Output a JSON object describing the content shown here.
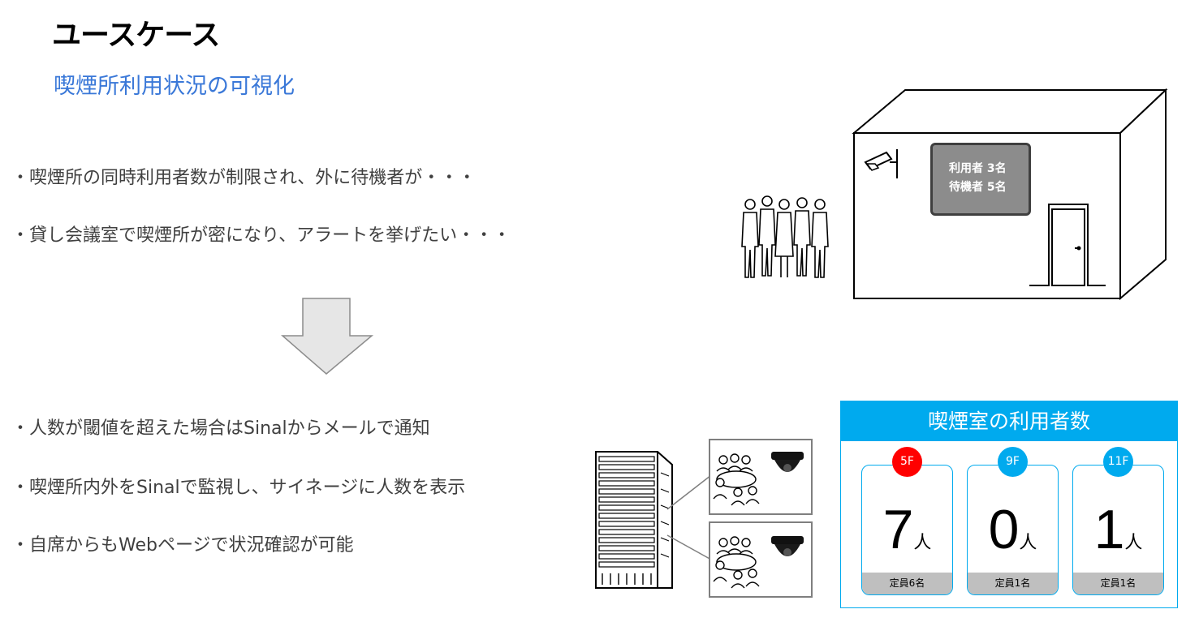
{
  "header": {
    "title": "ユースケース",
    "subtitle": "喫煙所利用状況の可視化"
  },
  "problems": [
    "・喫煙所の同時利用者数が制限され、外に待機者が・・・",
    "・貸し会議室で喫煙所が密になり、アラートを挙げたい・・・"
  ],
  "solutions": [
    "・人数が閾値を超えた場合はSinalからメールで通知",
    "・喫煙所内外をSinalで監視し、サイネージに人数を表示",
    "・自席からもWebページで状況確認が可能"
  ],
  "building_sign": {
    "line1": "利用者 3名",
    "line2": "待機者 5名"
  },
  "monitor": {
    "title": "喫煙室の利用者数",
    "unit": "人",
    "floors": [
      {
        "label": "5F",
        "count": "7",
        "capacity": "定員6名",
        "color": "#ff0000"
      },
      {
        "label": "9F",
        "count": "0",
        "capacity": "定員1名",
        "color": "#00aaee"
      },
      {
        "label": "11F",
        "count": "1",
        "capacity": "定員1名",
        "color": "#00aaee"
      }
    ]
  },
  "icons": [
    "down-arrow-icon",
    "security-camera-icon",
    "door-icon",
    "waiting-people-icon",
    "server-icon",
    "meeting-room-icon",
    "dome-camera-icon"
  ]
}
